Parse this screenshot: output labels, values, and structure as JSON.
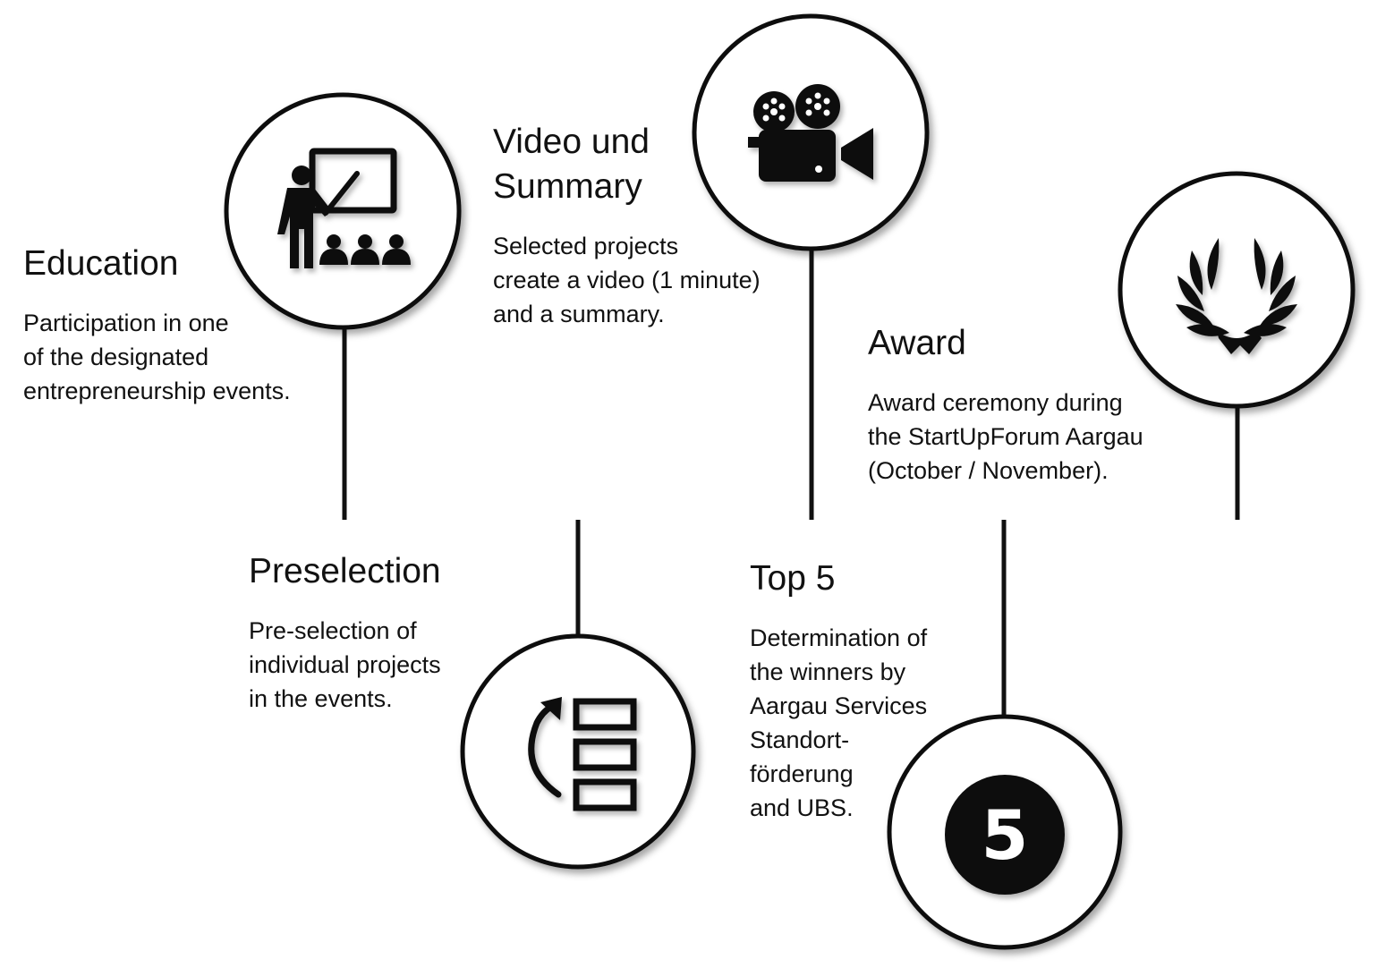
{
  "stages": [
    {
      "id": "education",
      "title": [
        "Education"
      ],
      "description": [
        "Participation in one",
        "of the designated",
        "entrepreneurship events."
      ],
      "icon": "teacher-presentation-icon",
      "position": "above"
    },
    {
      "id": "preselection",
      "title": [
        "Preselection"
      ],
      "description": [
        "Pre-selection of",
        "individual projects",
        "in the events."
      ],
      "icon": "list-selection-icon",
      "position": "below"
    },
    {
      "id": "video-summary",
      "title": [
        "Video und",
        "Summary"
      ],
      "description": [
        "Selected projects",
        "create a video (1 minute)",
        "and a summary."
      ],
      "icon": "movie-camera-icon",
      "position": "above"
    },
    {
      "id": "top5",
      "title": [
        "Top 5"
      ],
      "description": [
        "Determination of",
        "the winners by",
        "Aargau Services",
        "Standort-",
        "förderung",
        "and UBS."
      ],
      "icon": "number-five-icon",
      "badge": "5",
      "position": "below"
    },
    {
      "id": "award",
      "title": [
        "Award"
      ],
      "description": [
        "Award ceremony during",
        "the StartUpForum Aargau",
        "(October / November)."
      ],
      "icon": "laurel-wreath-icon",
      "position": "above"
    }
  ],
  "colors": {
    "line": "#111111",
    "icon": "#0d0d0d",
    "circle_fill": "#ffffff"
  }
}
